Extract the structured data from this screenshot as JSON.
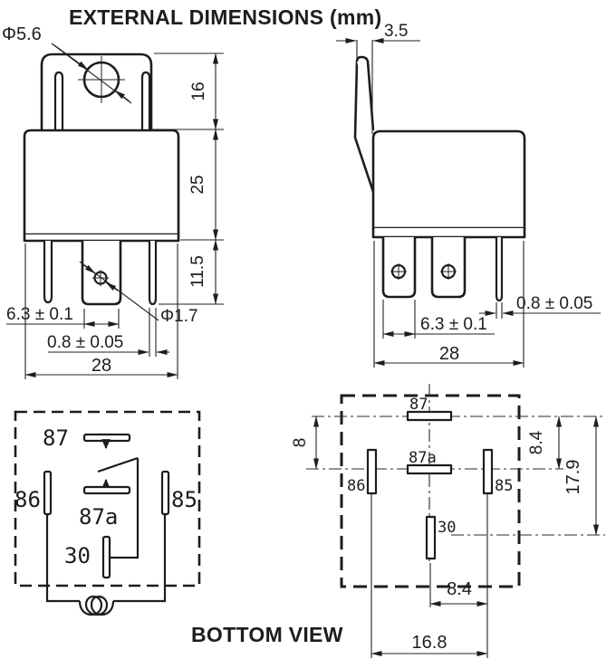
{
  "title": "EXTERNAL DIMENSIONS (mm)",
  "bottom_view_title": "BOTTOM VIEW",
  "colors": {
    "accent_red": "#d42127",
    "line": "#1d1d1d"
  },
  "front_view": {
    "bracket_hole_dia": "Φ5.6",
    "bracket_height": "16",
    "body_height": "25",
    "pin_length": "11.5",
    "wide_pin_width": "6.3 ± 0.1",
    "pin_hole_dia": "Φ1.7",
    "pin_thickness": "0.8 ± 0.05",
    "overall_width": "28"
  },
  "side_view": {
    "bracket_offset": "3.5",
    "pin_thickness": "0.8 ± 0.05",
    "wide_pin_width": "6.3 ± 0.1",
    "overall_depth": "28"
  },
  "schematic": {
    "pin_no": "87",
    "pin_coil_left": "86",
    "pin_coil_right": "85",
    "pin_nc": "87a",
    "pin_common": "30"
  },
  "bottom_view": {
    "labels": {
      "p87": "87",
      "p87a": "87a",
      "p86": "86",
      "p85": "85",
      "p30": "30"
    },
    "dims": {
      "left_pitch": "8",
      "right_upper_pitch": "8.4",
      "right_full_pitch": "17.9",
      "bottom_half_pitch": "8.4",
      "bottom_full_pitch": "16.8"
    }
  }
}
